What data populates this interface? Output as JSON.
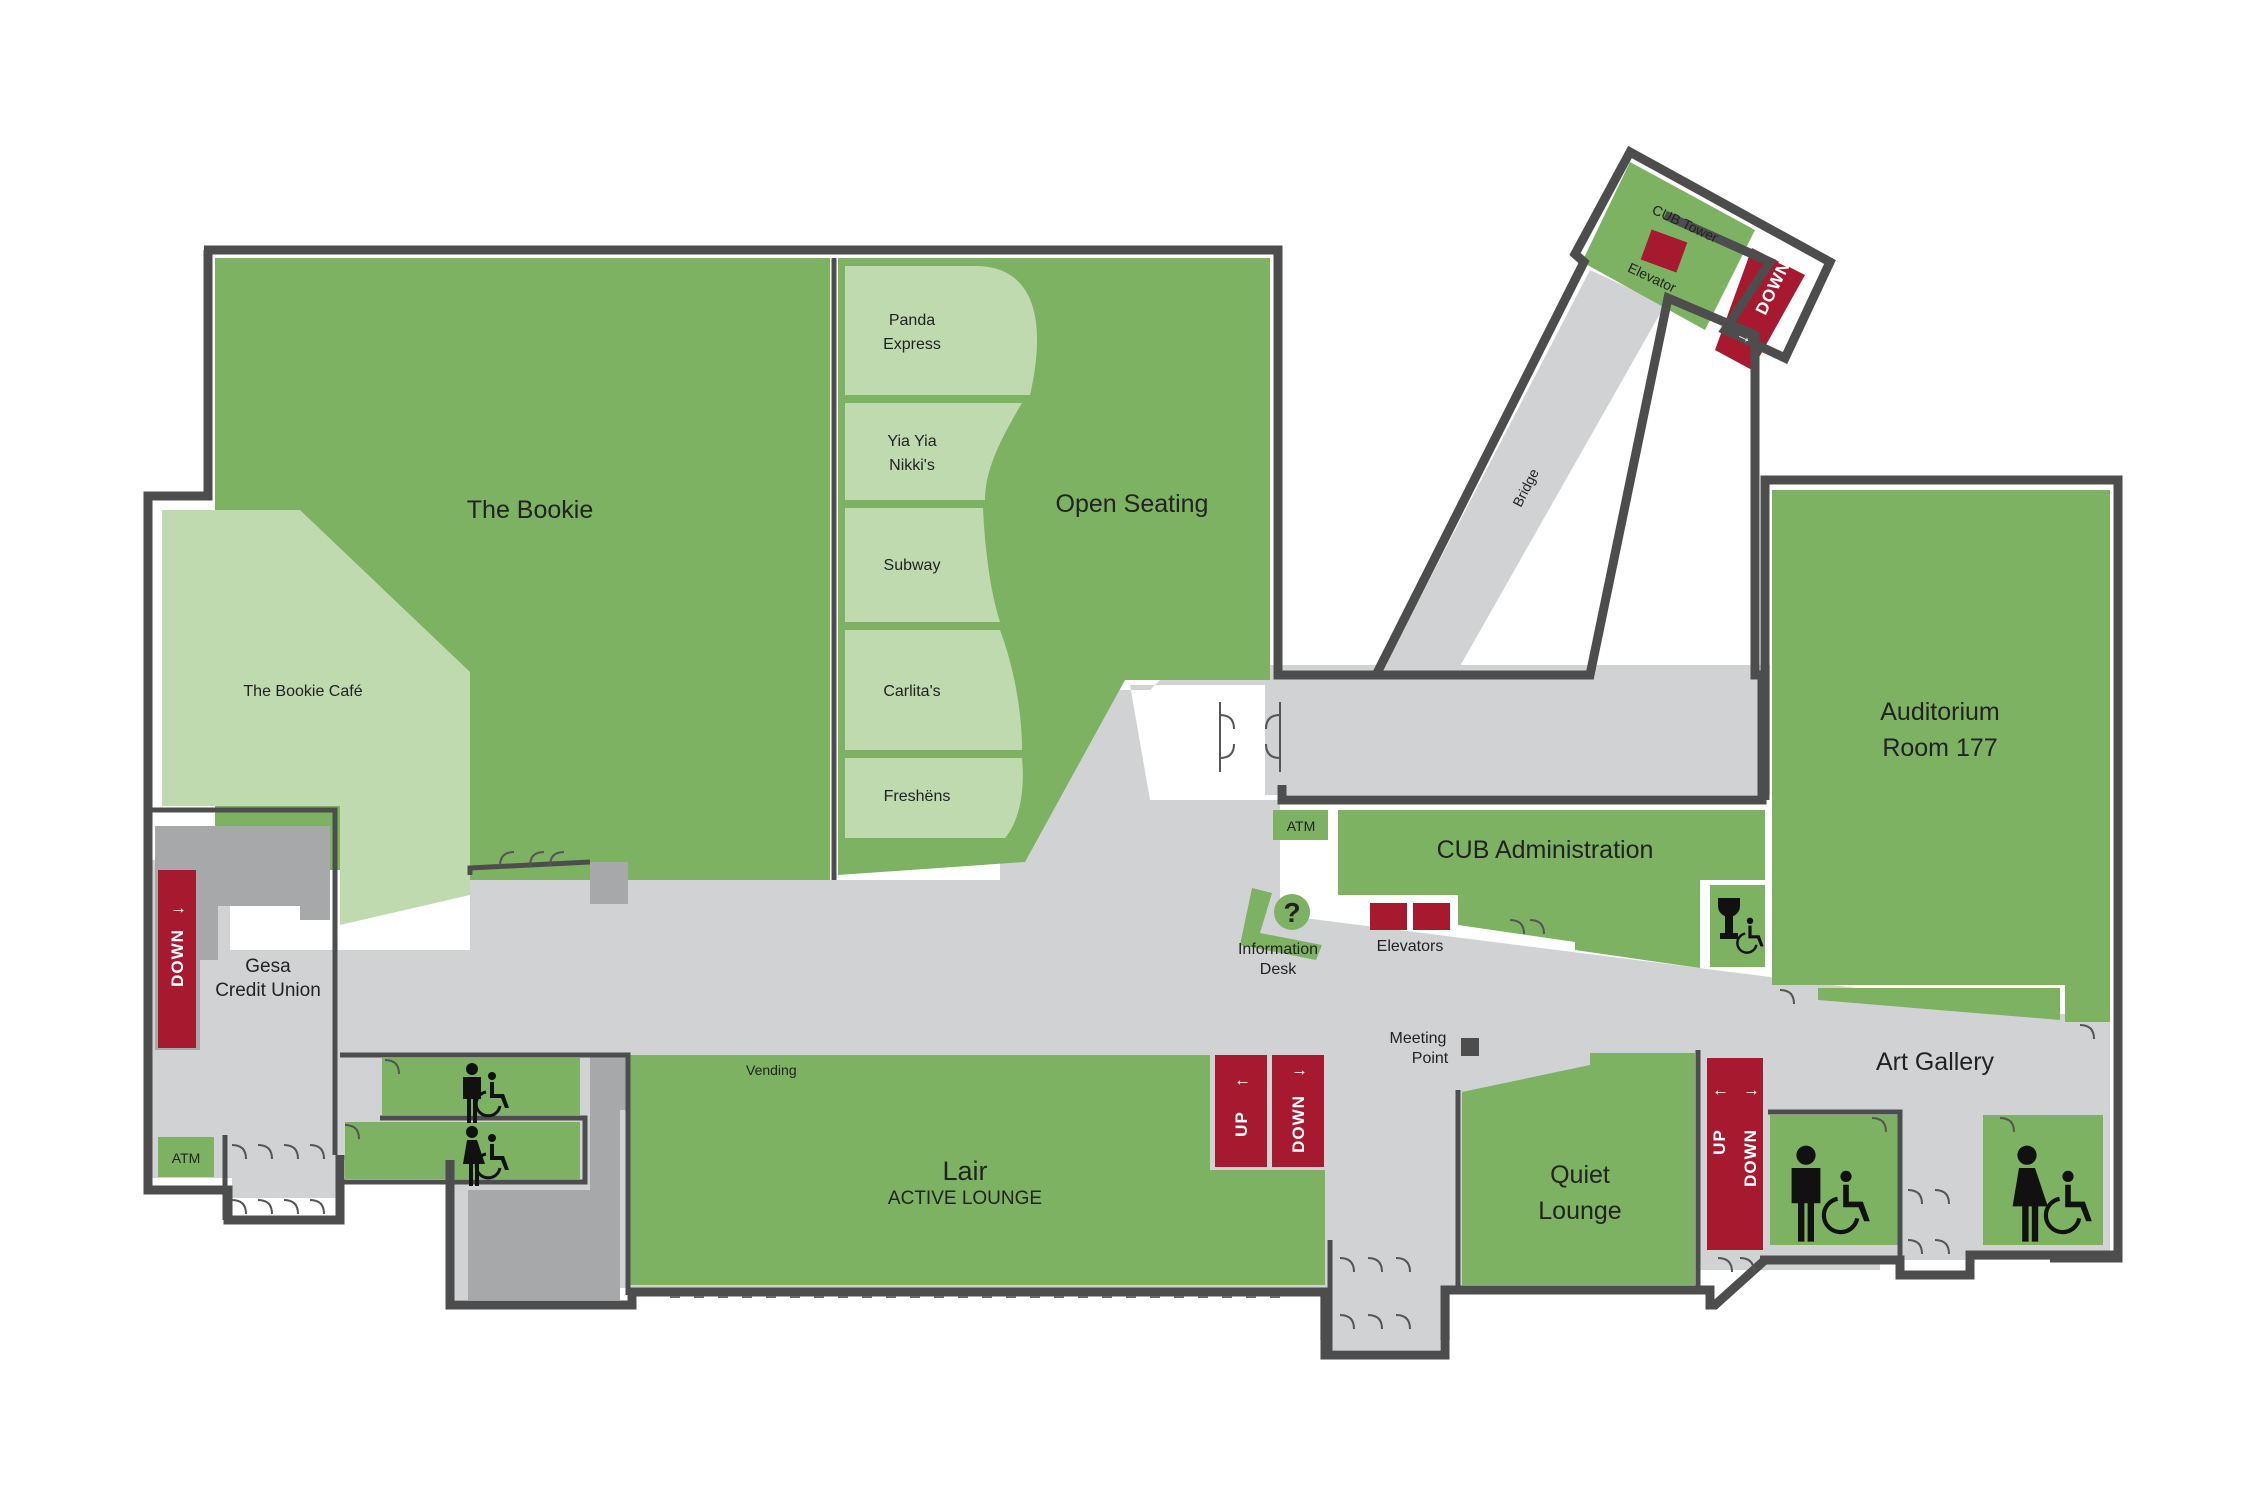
{
  "colors": {
    "room": "#7db263",
    "room_light": "#c0dab0",
    "corridor": "#d1d2d3",
    "service": "#a7a8aa",
    "wall": "#4d4d4d",
    "stairs": "#a6192e",
    "icon": "#111111"
  },
  "rooms": {
    "bookie": "The Bookie",
    "bookie_cafe": "The Bookie Café",
    "panda_1": "Panda",
    "panda_2": "Express",
    "yiayia_1": "Yia Yia",
    "yiayia_2": "Nikki's",
    "subway": "Subway",
    "carlitas": "Carlita's",
    "freshens": "Freshëns",
    "open_seating": "Open Seating",
    "cub_tower_1": "CUB Tower",
    "cub_tower_2": "Elevator",
    "bridge": "Bridge",
    "auditorium_1": "Auditorium",
    "auditorium_2": "Room 177",
    "cub_admin": "CUB Administration",
    "gesa_1": "Gesa",
    "gesa_2": "Credit Union",
    "lair": "Lair",
    "lair_sub": "ACTIVE LOUNGE",
    "quiet_1": "Quiet",
    "quiet_2": "Lounge",
    "art_gallery": "Art Gallery"
  },
  "amenities": {
    "atm_top": "ATM",
    "atm_bottom": "ATM",
    "info_1": "Information",
    "info_2": "Desk",
    "info_symbol": "?",
    "elevators": "Elevators",
    "meeting_1": "Meeting",
    "meeting_2": "Point",
    "vending": "Vending"
  },
  "stairs": {
    "down": "DOWN",
    "up": "UP",
    "arrow_up": "↑",
    "arrow_down": "↓"
  },
  "icons": [
    "mens-restroom-icon",
    "womens-restroom-icon",
    "accessible-icon",
    "drinking-fountain-icon",
    "information-icon",
    "door-icon"
  ]
}
